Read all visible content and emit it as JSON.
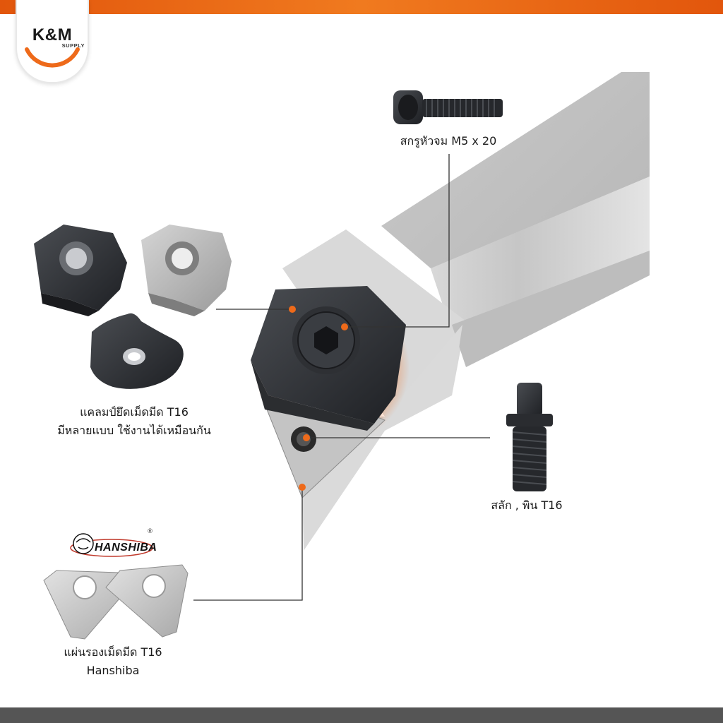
{
  "brand": {
    "logo_main": "K&M",
    "logo_sub": "SUPPLY",
    "accent_color": "#ee6a1a",
    "bar_color": "#555555"
  },
  "labels": {
    "screw": "สกรูหัวจม M5 x 20",
    "clamp_line1": "แคลมป์ยึดเม็ดมีด T16",
    "clamp_line2": "มีหลายแบบ ใช้งานได้เหมือนกัน",
    "pin": "สลัก , พิน T16",
    "shim_line1": "แผ่นรองเม็ดมีด T16",
    "shim_line2": "Hanshiba"
  },
  "hanshiba_logo": {
    "text": "HANSHIBA",
    "reg_mark": "®"
  },
  "icons": [
    "socket-cap-screw",
    "clamp-black",
    "clamp-silver",
    "clamp-forged",
    "lock-pin",
    "shim-plate",
    "tool-holder",
    "callout-dot"
  ]
}
